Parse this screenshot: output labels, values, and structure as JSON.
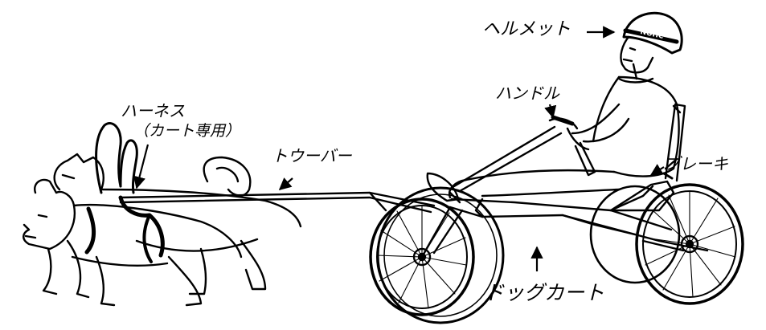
{
  "labels": {
    "helmet": "ヘルメット",
    "handle": "ハンドル",
    "brake": "ブレーキ",
    "harness": "ハーネス",
    "harness_note": "（カート専用）",
    "tow_bar": "トウーバー",
    "dog_cart": "ドッグカート"
  },
  "helmet_print": "NOHC",
  "colors": {
    "ink": "#000000",
    "paper": "#ffffff"
  }
}
